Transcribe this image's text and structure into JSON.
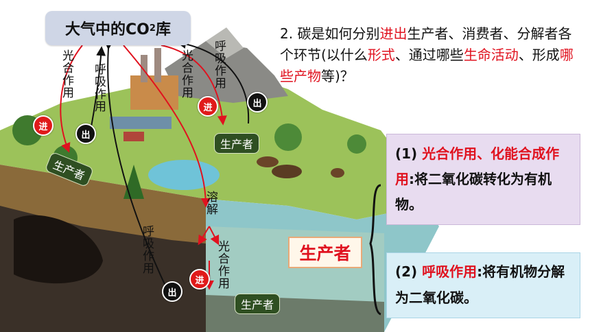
{
  "title": {
    "prefix": "大气中的CO",
    "sub": "2",
    "suffix": "库"
  },
  "question": {
    "p1": "2. 碳是如何分别",
    "p2": "进出",
    "p3": "生产者、消费者、分解者各个环节(以什么",
    "p4": "形式",
    "p5": "、通过哪些",
    "p6": "生命活动",
    "p7": "、形成",
    "p8": "哪些产物",
    "p9": "等)？"
  },
  "labels": {
    "left_photosynthesis": "光合作用",
    "left_respiration": "呼吸作用",
    "top_photosynthesis": "光合作用",
    "top_respiration": "呼吸作用",
    "lower_respiration": "呼吸作用",
    "dissolve": "溶解",
    "water_photosynthesis": "光合作用"
  },
  "badges": {
    "in": "进",
    "out": "出"
  },
  "producer_tags": {
    "left": "生产者",
    "top": "生产者",
    "water": "生产者"
  },
  "main_producer": "生产者",
  "box1": {
    "num": "(1)",
    "highlight": "光合作用、化能合成作用",
    "rest": ":将二氧化碳转化为有机物。"
  },
  "box2": {
    "num": "(2)",
    "highlight": "呼吸作用",
    "rest": ":将有机物分解为二氧化碳。"
  },
  "colors": {
    "red": "#e0121f",
    "badge_in": "#e01a1a",
    "badge_out": "#111111",
    "tag_bg": "#2f4f22"
  }
}
